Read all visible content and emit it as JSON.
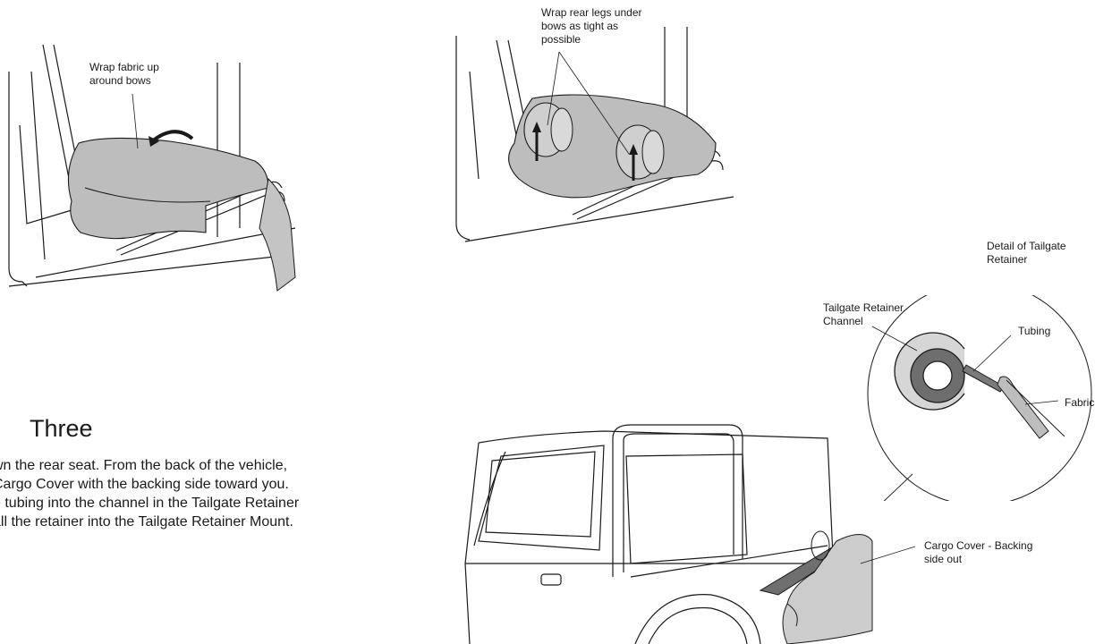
{
  "figure1": {
    "label": [
      "Wrap fabric up",
      "around bows"
    ]
  },
  "figure2": {
    "label": [
      "Wrap rear legs under",
      "bows as tight as",
      "possible"
    ]
  },
  "detail": {
    "title": [
      "Detail of Tailgate",
      "Retainer"
    ],
    "channel_label": [
      "Tailgate Retainer",
      "Channel"
    ],
    "tubing_label": "Tubing",
    "fabric_label": "Fabric"
  },
  "figure3": {
    "cargo_label": [
      "Cargo Cover - Backing",
      "side out"
    ]
  },
  "step": {
    "title": "Three",
    "lines": [
      "wn the rear seat. From the back of the vehicle,",
      "Cargo Cover with the backing side toward you.",
      "e tubing into the channel in the Tailgate Retainer",
      "all the retainer into the Tailgate Retainer Mount."
    ]
  }
}
